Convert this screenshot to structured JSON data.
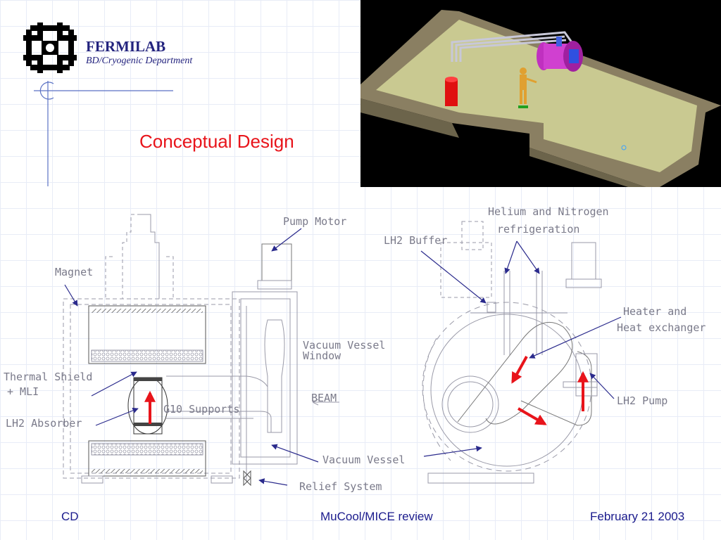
{
  "header": {
    "org_name": "FERMILAB",
    "department": "BD/Cryogenic Department"
  },
  "slide": {
    "title": "Conceptual Design"
  },
  "drawing": {
    "labels": {
      "pump_motor": "Pump Motor",
      "lh2_buffer": "LH2 Buffer",
      "helium_nitrogen_1": "Helium and Nitrogen",
      "helium_nitrogen_2": "refrigeration",
      "magnet": "Magnet",
      "heater_1": "Heater and",
      "heater_2": "Heat exchanger",
      "vacuum_window_1": "Vacuum Vessel",
      "vacuum_window_2": "Window",
      "thermal_shield_1": "Thermal Shield",
      "thermal_shield_2": "+ MLI",
      "g10": "G10 Supports",
      "beam": "BEAM",
      "lh2_absorber": "LH2 Absorber",
      "lh2_pump": "LH2 Pump",
      "vacuum_vessel": "Vacuum Vessel",
      "relief_system": "Relief System"
    }
  },
  "footer": {
    "left": "CD",
    "center": "MuCool/MICE review",
    "right": "February 21 2003"
  },
  "colors": {
    "title": "#e8141b",
    "header_text": "#23237e",
    "footer_text": "#1a1a8c",
    "arrow_red": "#e8141b",
    "leader_blue": "#2a2a8c"
  }
}
